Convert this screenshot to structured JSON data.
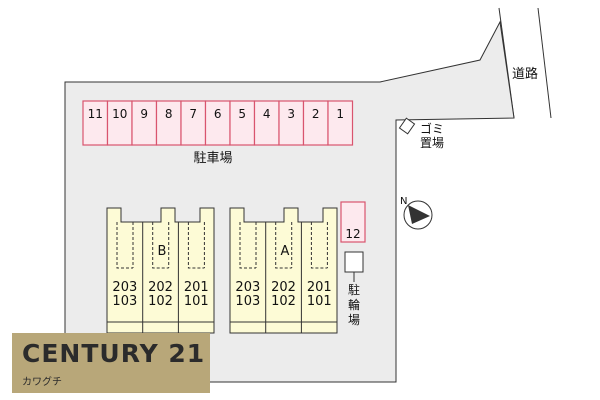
{
  "map": {
    "road_label": "道路",
    "garbage_label": "ゴミ置場",
    "parking_label": "駐車場",
    "bike_parking_label": "駐輪場",
    "north_label": "N",
    "parking_spaces": [
      "11",
      "10",
      "9",
      "8",
      "7",
      "6",
      "5",
      "4",
      "3",
      "2",
      "1"
    ],
    "extra_space": "12",
    "buildings": [
      {
        "name": "B",
        "upper": [
          "203",
          "202",
          "201"
        ],
        "lower": [
          "103",
          "102",
          "101"
        ]
      },
      {
        "name": "A",
        "upper": [
          "203",
          "202",
          "201"
        ],
        "lower": [
          "103",
          "102",
          "101"
        ]
      }
    ]
  },
  "logo": {
    "brand": "CENTURY 21",
    "sub": "カワグチ"
  },
  "colors": {
    "lot": "#ececec",
    "parking_fill": "#fde9ee",
    "parking_stroke": "#d9546e",
    "building_fill": "#fdfbd6",
    "logo_bg": "#b8a779"
  }
}
